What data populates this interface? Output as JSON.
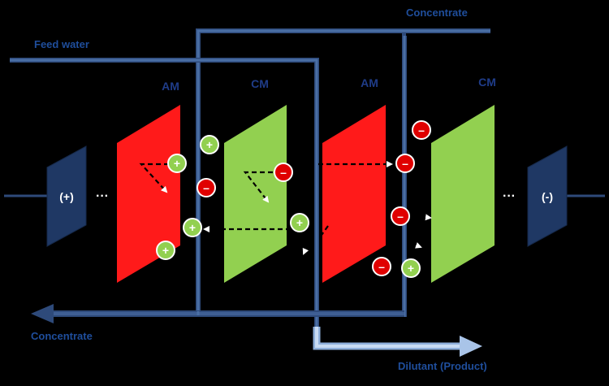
{
  "labels": {
    "concentrate_top": "Concentrate",
    "feed_water": "Feed water",
    "concentrate_bottom": "Concentrate",
    "diluent": "Dilutant (Product)",
    "membrane_1": "AM",
    "membrane_2": "CM",
    "membrane_3": "AM",
    "membrane_4": "CM",
    "anode": "(+)",
    "cathode": "(-)",
    "dots_left": "···",
    "dots_right": "···"
  },
  "ions": {
    "plus": "+",
    "minus": "–"
  },
  "colors": {
    "background": "#000000",
    "anion_membrane": "#ff1a1a",
    "cation_membrane": "#92d050",
    "electrode": "#1f3864",
    "pipe_dark": "#2e4a7a",
    "pipe_light": "#a9c4e8",
    "label_text": "#1f3c88",
    "plus_ion": "#92d050",
    "minus_ion": "#e00000"
  }
}
